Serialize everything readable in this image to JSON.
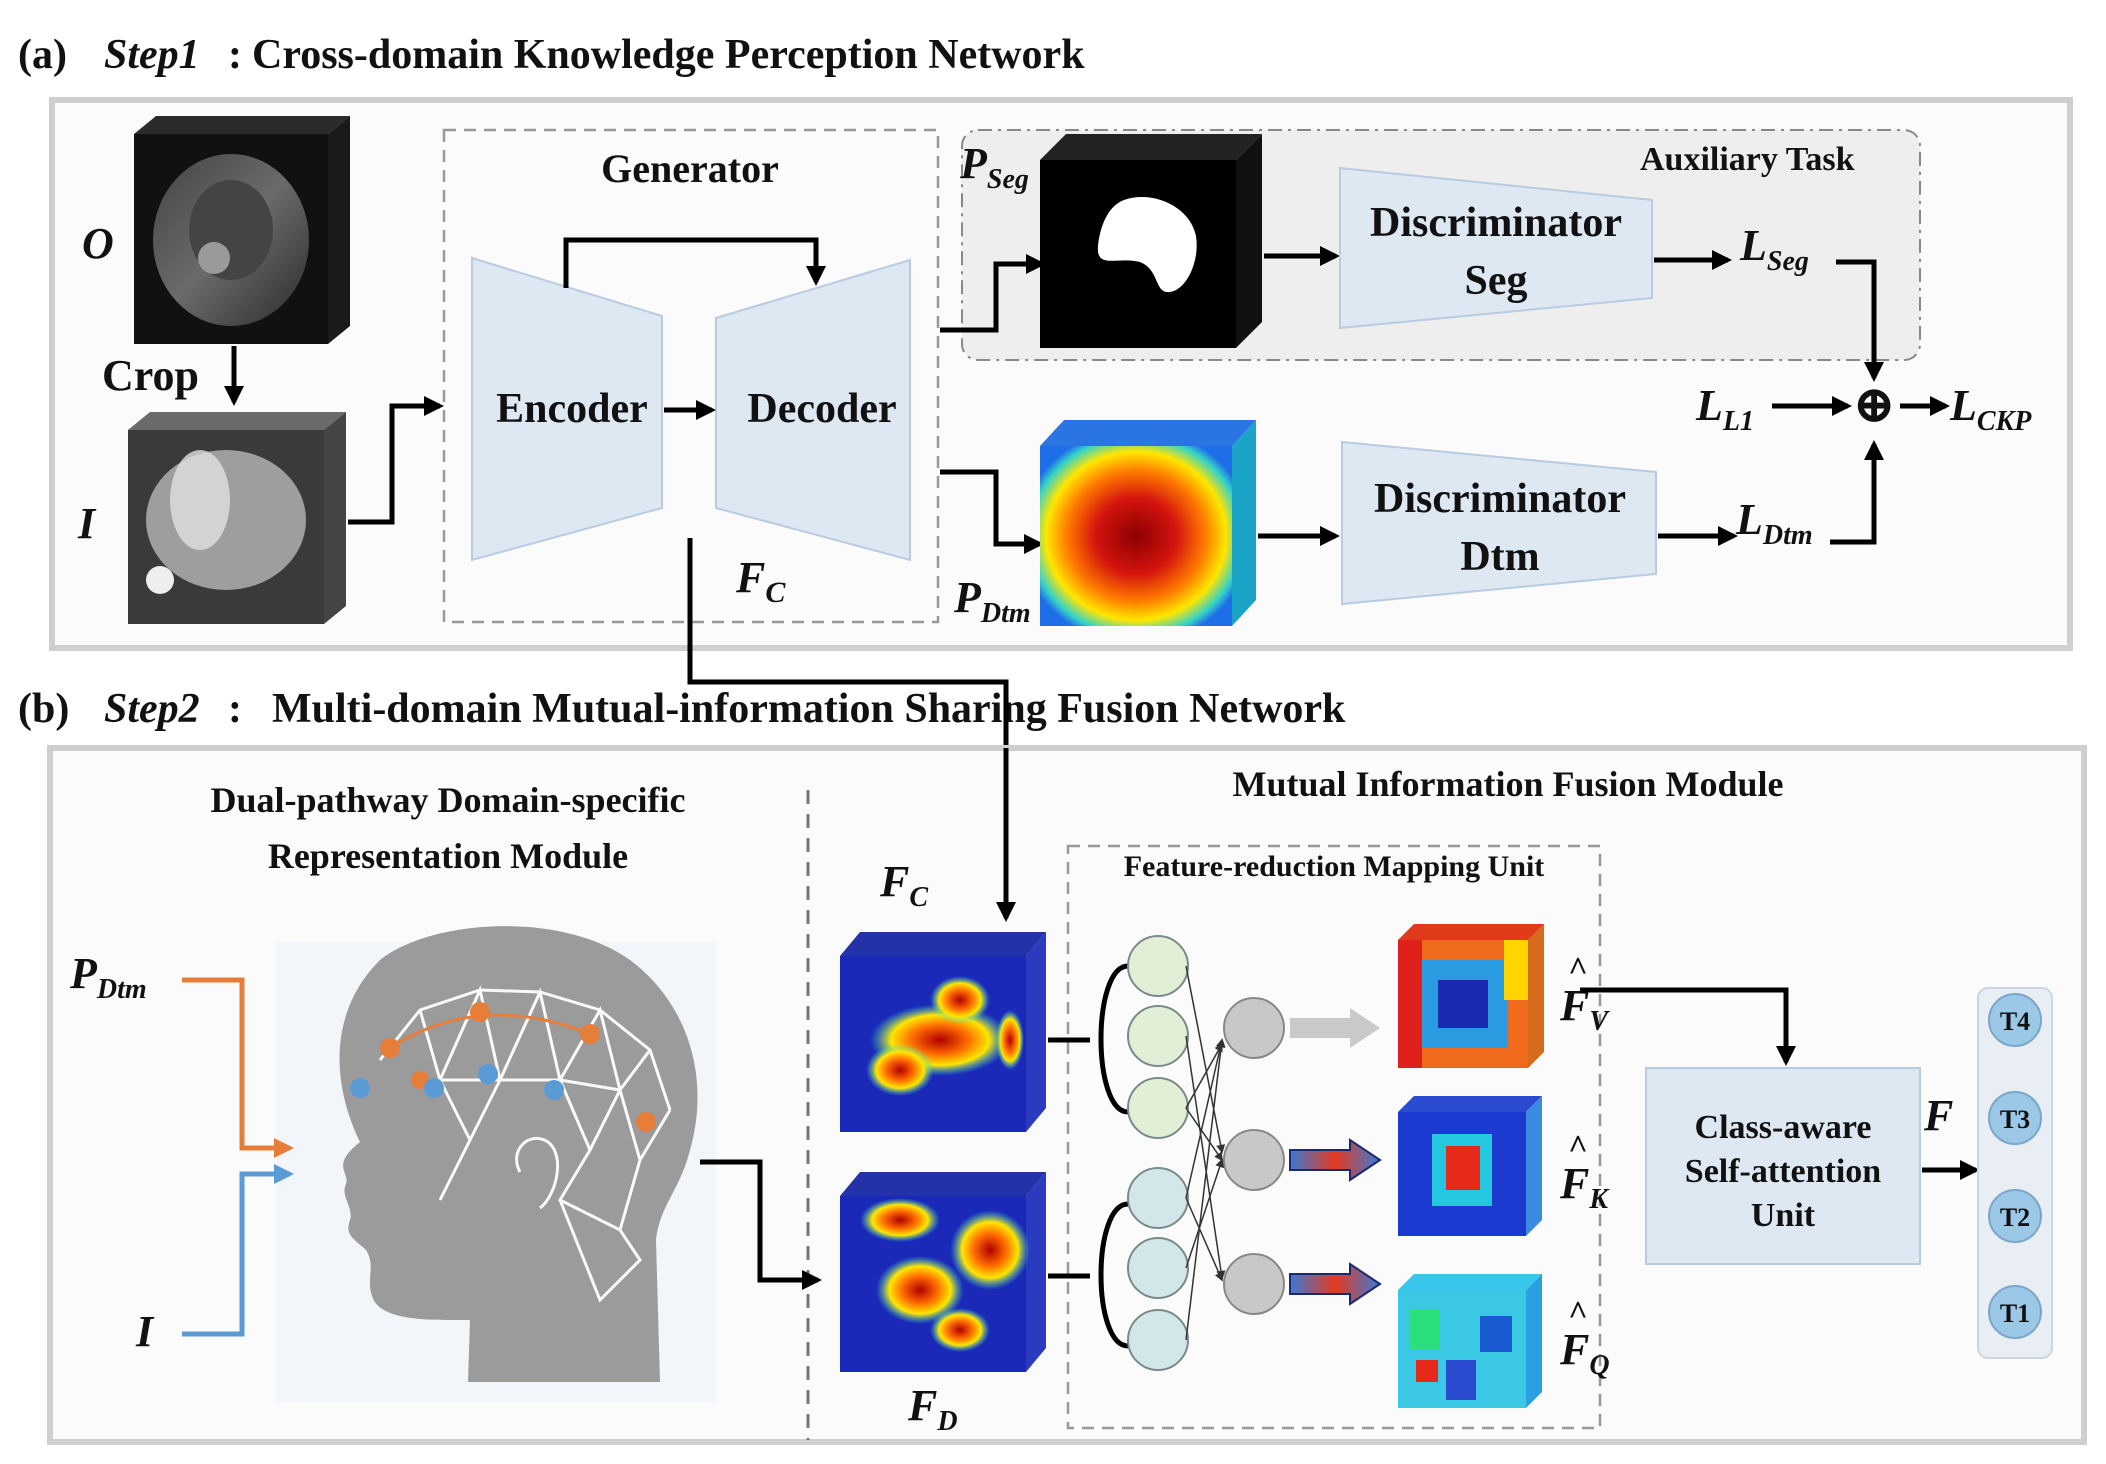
{
  "step1": {
    "prefix": "(a)",
    "step": "Step1",
    "sep": ":",
    "title": "Cross-domain Knowledge Perception Network"
  },
  "step2": {
    "prefix": "(b)",
    "step": "Step2",
    "sep": ":",
    "title": "Multi-domain Mutual-information Sharing Fusion Network"
  },
  "labels": {
    "O": "O",
    "crop": "Crop",
    "I": "I",
    "generator": "Generator",
    "encoder": "Encoder",
    "decoder": "Decoder",
    "fc": "F",
    "fc_sub": "C",
    "auxiliary_task": "Auxiliary Task",
    "p_seg": "P",
    "p_seg_sub": "Seg",
    "p_dtm": "P",
    "p_dtm_sub": "Dtm",
    "disc_seg_1": "Discriminator",
    "disc_seg_2": "Seg",
    "disc_dtm_1": "Discriminator",
    "disc_dtm_2": "Dtm",
    "l_seg": "L",
    "l_seg_sub": "Seg",
    "l_l1": "L",
    "l_l1_sub": "L1",
    "l_dtm": "L",
    "l_dtm_sub": "Dtm",
    "l_ckp": "L",
    "l_ckp_sub": "CKP",
    "oplus": "⊕",
    "dual_1": "Dual-pathway Domain-specific",
    "dual_2": "Representation Module",
    "p_dtm_b": "P",
    "p_dtm_b_sub": "Dtm",
    "I_b": "I",
    "fc_b": "F",
    "fc_b_sub": "C",
    "fd_b": "F",
    "fd_b_sub": "D",
    "mifm": "Mutual Information Fusion Module",
    "frmu": "Feature-reduction Mapping Unit",
    "hat": "^",
    "fv": "F",
    "fv_sub": "V",
    "fk": "F",
    "fk_sub": "K",
    "fq": "F",
    "fq_sub": "Q",
    "casa_1": "Class-aware",
    "casa_2": "Self-attention",
    "casa_3": "Unit",
    "F_out": "F",
    "t4": "T4",
    "t3": "T3",
    "t2": "T2",
    "t1": "T1"
  }
}
